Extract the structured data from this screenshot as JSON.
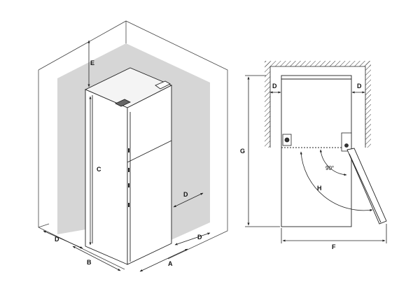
{
  "left_view": {
    "labels": {
      "A": "A",
      "B": "B",
      "C": "C",
      "D_front": "D",
      "D_side": "D",
      "D_back": "D",
      "E": "E"
    }
  },
  "right_view": {
    "labels": {
      "D_left": "D",
      "D_right": "D",
      "G": "G",
      "H": "H",
      "F": "F",
      "angle": "90°"
    }
  },
  "colors": {
    "wall_shade": "#d6d6d6",
    "line": "#222222",
    "hatch": "#333333"
  }
}
